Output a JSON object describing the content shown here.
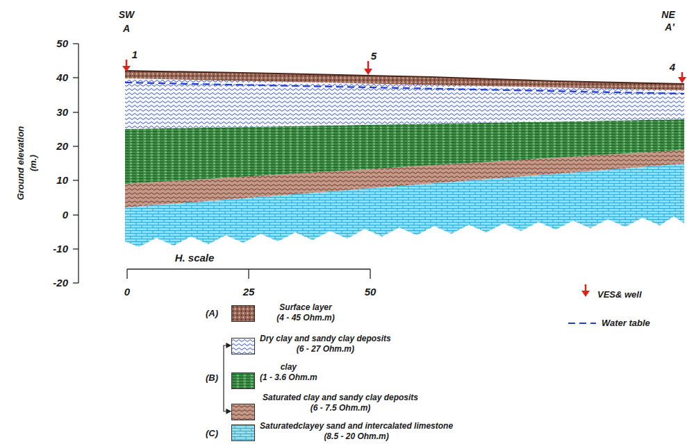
{
  "diagram": {
    "labels": [
      "SW",
      "A",
      "NE",
      "A'",
      "1",
      "5",
      "4",
      "Ground elevation",
      "(m.)",
      "50",
      "40",
      "30",
      "20",
      "10",
      "0",
      "-10",
      "-20",
      "H. scale",
      "0",
      "25",
      "50",
      "(A)",
      "(B)",
      "(C)"
    ],
    "legend": [
      {
        "text": "Surface layer (4 - 45 Ohm.m)",
        "color": "#9a6656"
      },
      {
        "text": "Dry clay and sandy clay deposits (6 - 27 Ohm.m)",
        "color": "#f4f6ff"
      },
      {
        "text": "clay (1 - 3.6 Ohm.m",
        "color": "#3e8e46"
      },
      {
        "text": "Saturated clay and sandy clay deposits (6 - 7.5 Ohm.m)",
        "color": "#c49888"
      },
      {
        "text": "Saturatedclayey sand and intercalated limestone (8.5 - 20 Ohm.m)",
        "color": "#8ee0f2"
      },
      {
        "text": "VES& well"
      },
      {
        "text": "Water table"
      }
    ]
  }
}
